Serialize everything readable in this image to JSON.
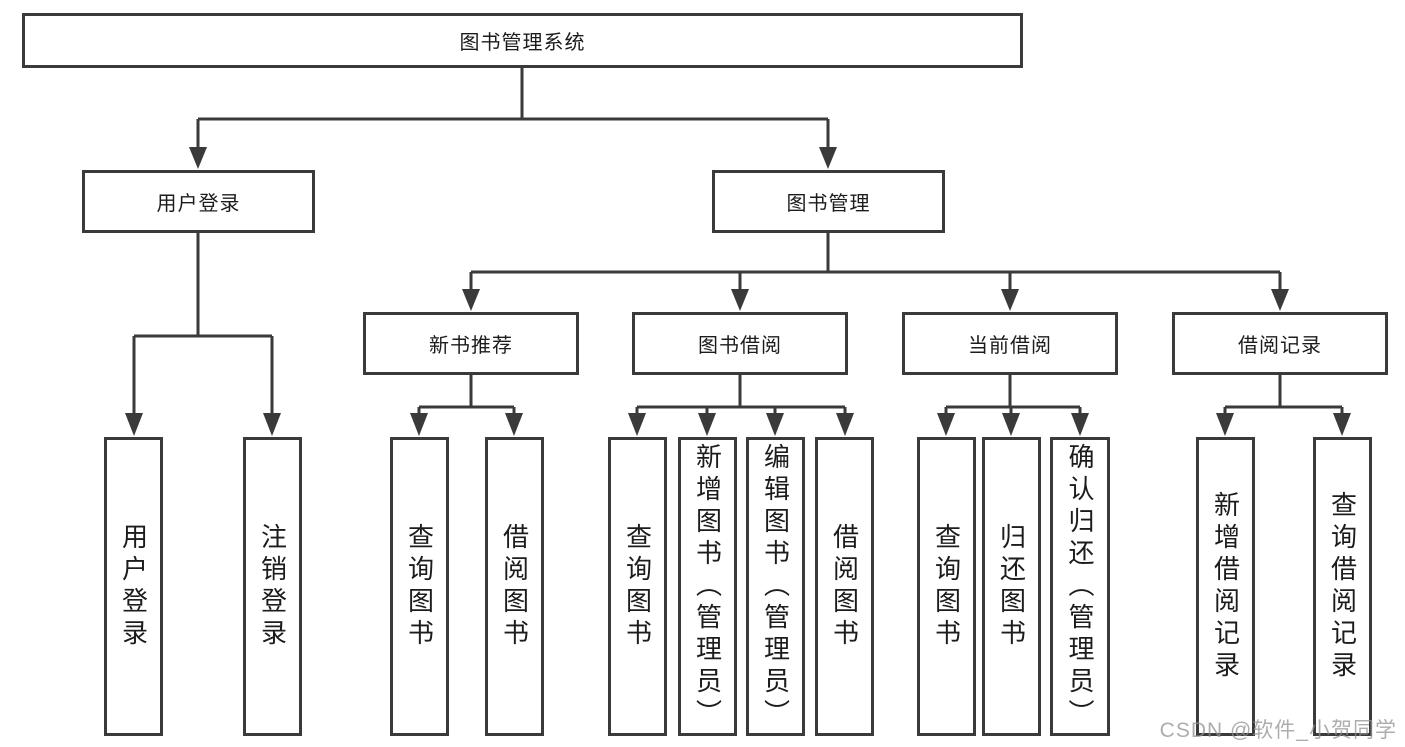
{
  "tree": {
    "label": "图书管理系统",
    "children": [
      {
        "label": "用户登录",
        "children": [
          {
            "label": "用户登录"
          },
          {
            "label": "注销登录"
          }
        ]
      },
      {
        "label": "图书管理",
        "children": [
          {
            "label": "新书推荐",
            "children": [
              {
                "label": "查询图书"
              },
              {
                "label": "借阅图书"
              }
            ]
          },
          {
            "label": "图书借阅",
            "children": [
              {
                "label": "查询图书"
              },
              {
                "label": "新增图书（管理员）"
              },
              {
                "label": "编辑图书（管理员）"
              },
              {
                "label": "借阅图书"
              }
            ]
          },
          {
            "label": "当前借阅",
            "children": [
              {
                "label": "查询图书"
              },
              {
                "label": "归还图书"
              },
              {
                "label": "确认归还（管理员）"
              }
            ]
          },
          {
            "label": "借阅记录",
            "children": [
              {
                "label": "新增借阅记录"
              },
              {
                "label": "查询借阅记录"
              }
            ]
          }
        ]
      }
    ]
  },
  "watermark": "CSDN @软件_小贺同学",
  "colors": {
    "line": "#3a3a3a",
    "text": "#1c1c1c",
    "background": "#ffffff",
    "watermark": "#919191"
  }
}
